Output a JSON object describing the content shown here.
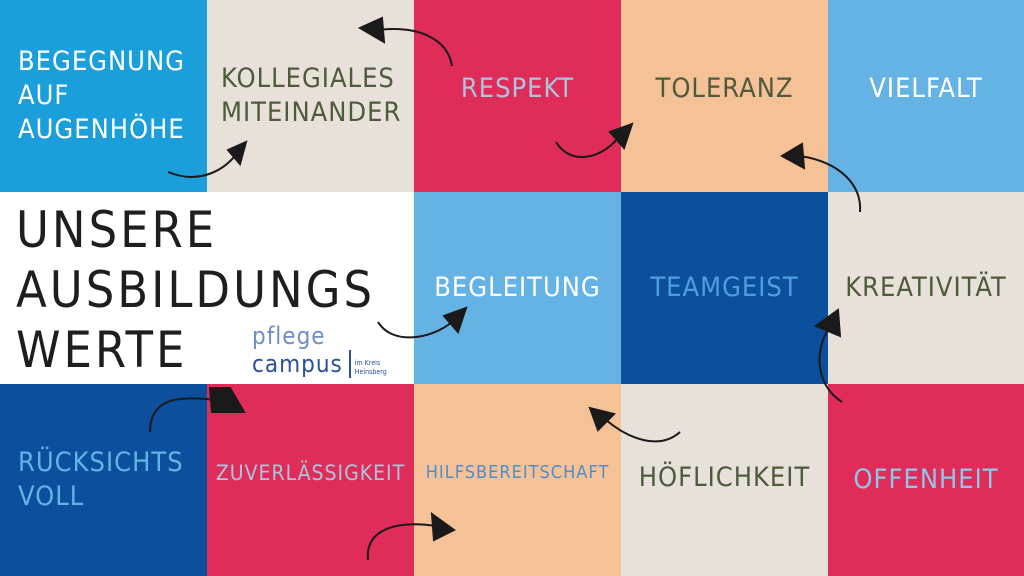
{
  "title": {
    "line1": "UNSERE",
    "line2": "AUSBILDUNGS",
    "line3": "WERTE"
  },
  "logo": {
    "top": "pflege",
    "main": "campus",
    "sub1": "im Kreis",
    "sub2": "Heinsberg"
  },
  "values": {
    "begegnung": {
      "l1": "BEGEGNUNG",
      "l2": "AUF",
      "l3": "AUGENHÖHE"
    },
    "kollegiales": {
      "l1": "KOLLEGIALES",
      "l2": "MITEINANDER"
    },
    "respekt": "RESPEKT",
    "toleranz": "TOLERANZ",
    "vielfalt": "VIELFALT",
    "begleitung": "BEGLEITUNG",
    "teamgeist": "TEAMGEIST",
    "kreativitaet": "KREATIVITÄT",
    "ruecksichtsvoll": {
      "l1": "RÜCKSICHTS",
      "l2": "VOLL"
    },
    "zuverlaessigkeit": "ZUVERLÄSSIGKEIT",
    "hilfsbereitschaft": "HILFSBEREITSCHAFT",
    "hoeflichkeit": "HÖFLICHKEIT",
    "offenheit": "OFFENHEIT"
  },
  "colors": {
    "cyan": "#1a9fdb",
    "beige": "#e8e1da",
    "red": "#e02c58",
    "peach": "#f5c196",
    "lightblue": "#64b3e4",
    "darkblue": "#0c4f9c"
  }
}
